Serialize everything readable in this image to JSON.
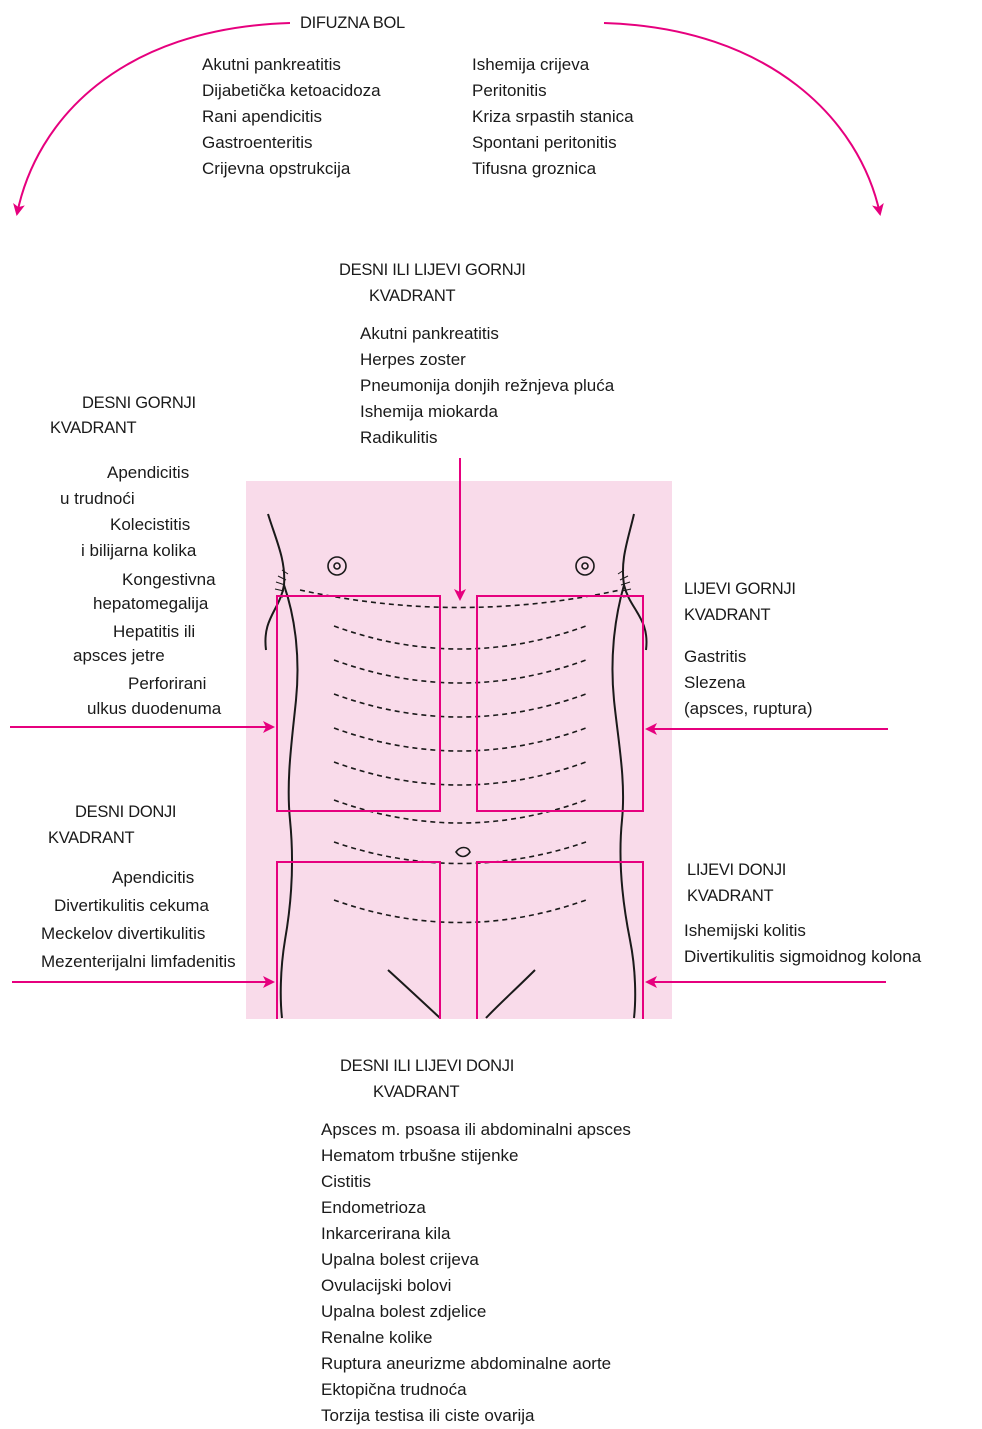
{
  "diffuse": {
    "title": "DIFUZNA BOL",
    "col1": [
      "Akutni pankreatitis",
      "Dijabetička ketoacidoza",
      "Rani apendicitis",
      "Gastroenteritis",
      "Crijevna opstrukcija"
    ],
    "col2": [
      "Ishemija crijeva",
      "Peritonitis",
      "Kriza srpastih stanica",
      "Spontani peritonitis",
      "Tifusna groznica"
    ]
  },
  "upper_either": {
    "title_line1": "DESNI ILI LIJEVI GORNJI",
    "title_line2": "KVADRANT",
    "items": [
      "Akutni pankreatitis",
      "Herpes zoster",
      "Pneumonija donjih režnjeva pluća",
      "Ishemija miokarda",
      "Radikulitis"
    ]
  },
  "right_upper": {
    "title_line1": "DESNI GORNJI",
    "title_line2": "KVADRANT",
    "items": [
      "Apendicitis",
      "u trudnoći",
      "Kolecistitis",
      "i bilijarna kolika",
      "Kongestivna",
      "hepatomegalija",
      "Hepatitis ili",
      "apsces jetre",
      "Perforirani",
      "ulkus duodenuma"
    ]
  },
  "left_upper": {
    "title_line1": "LIJEVI GORNJI",
    "title_line2": "KVADRANT",
    "items": [
      "Gastritis",
      "Slezena",
      "(apsces, ruptura)"
    ]
  },
  "right_lower": {
    "title_line1": "DESNI DONJI",
    "title_line2": "KVADRANT",
    "items": [
      "Apendicitis",
      "Divertikulitis cekuma",
      "Meckelov divertikulitis",
      "Mezenterijalni limfadenitis"
    ]
  },
  "left_lower": {
    "title_line1": "LIJEVI DONJI",
    "title_line2": "KVADRANT",
    "items": [
      "Ishemijski kolitis",
      "Divertikulitis sigmoidnog kolona"
    ]
  },
  "lower_either": {
    "title_line1": "DESNI ILI LIJEVI DONJI",
    "title_line2": "KVADRANT",
    "items": [
      "Apsces m. psoasa ili abdominalni apsces",
      "Hematom trbušne stijenke",
      "Cistitis",
      "Endometrioza",
      "Inkarcerirana kila",
      "Upalna bolest crijeva",
      "Ovulacijski bolovi",
      "Upalna bolest zdjelice",
      "Renalne kolike",
      "Ruptura aneurizme abdominalne aorte",
      "Ektopična trudnoća",
      "Torzija testisa ili ciste ovarija"
    ]
  },
  "colors": {
    "accent": "#e6007e",
    "panel": "#f9dbea",
    "ink": "#1a1a1a"
  }
}
